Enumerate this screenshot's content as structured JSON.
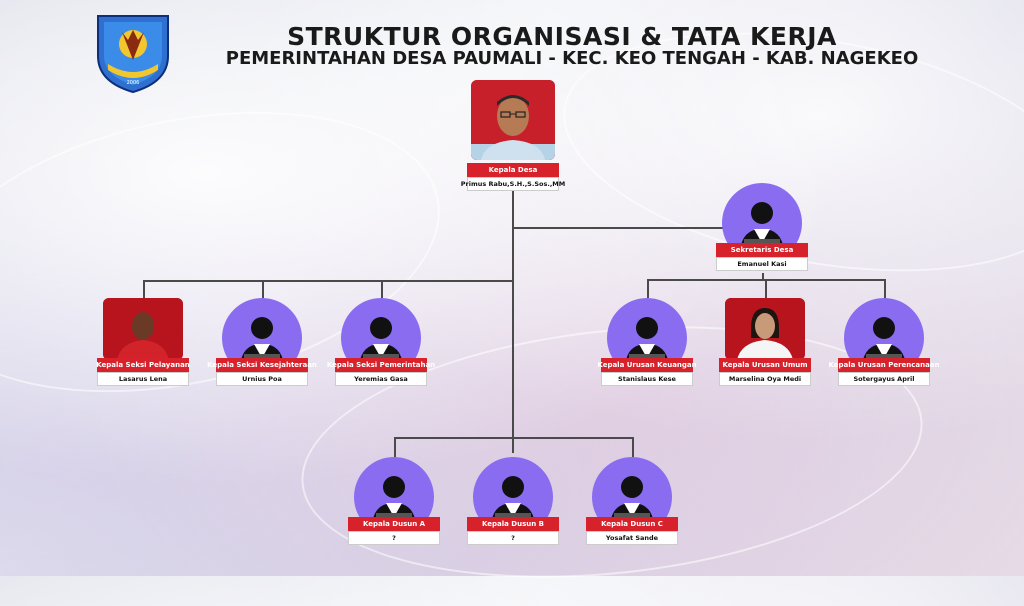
{
  "header": {
    "title": "STRUKTUR ORGANISASI & TATA KERJA",
    "subtitle": "PEMERINTAHAN DESA PAUMALI - KEC. KEO TENGAH - KAB. NAGEKEO",
    "logo_year": "2006"
  },
  "nodes": {
    "kepala_desa": {
      "role": "Kepala Desa",
      "name": "Primus Rabu,S.H.,S.Sos.,MM"
    },
    "sekretaris": {
      "role": "Sekretaris Desa",
      "name": "Emanuel Kasi"
    },
    "seksi_pelayanan": {
      "role": "Kepala Seksi Pelayanan",
      "name": "Lasarus Lena"
    },
    "seksi_kesejahteraan": {
      "role": "Kepala Seksi Kesejahteraan",
      "name": "Urnius Poa"
    },
    "seksi_pemerintahan": {
      "role": "Kepala Seksi Pemerintahan",
      "name": "Yeremias Gasa"
    },
    "urusan_keuangan": {
      "role": "Kepala Urusan Keuangan",
      "name": "Stanislaus Kese"
    },
    "urusan_umum": {
      "role": "Kepala Urusan Umum",
      "name": "Marselina Oya Medi"
    },
    "urusan_perencanaan": {
      "role": "Kepala Urusan Perencanaan",
      "name": "Sotergayus April"
    },
    "dusun_a": {
      "role": "Kepala Dusun A",
      "name": "?"
    },
    "dusun_b": {
      "role": "Kepala Dusun B",
      "name": "?"
    },
    "dusun_c": {
      "role": "Kepala Dusun C",
      "name": "Yosafat Sande"
    }
  },
  "colors": {
    "accent": "#d8222b",
    "avatar_bg": "#8a6cf0",
    "photo_bg": "#b8141e"
  }
}
